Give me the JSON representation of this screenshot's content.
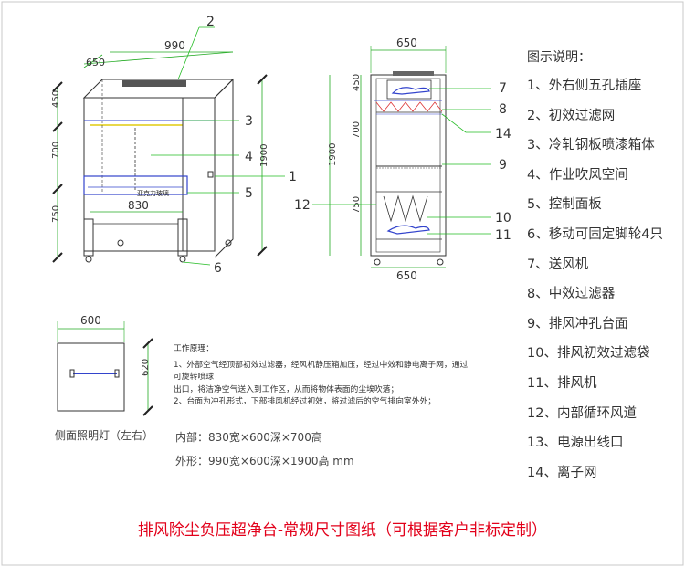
{
  "front_view": {
    "width_dim": "990",
    "depth_dim": "650",
    "inner_width_dim": "830",
    "height_dims": [
      "450",
      "700",
      "750"
    ],
    "total_height_dim": "1900",
    "panel_label": "亚克力玻璃",
    "callouts": [
      "1",
      "2",
      "3",
      "4",
      "5",
      "6"
    ]
  },
  "side_view": {
    "top_width_dim": "650",
    "bottom_width_dim": "650",
    "height_dims": [
      "450",
      "700",
      "750"
    ],
    "total_height_dim": "1900",
    "callouts": [
      "7",
      "8",
      "14",
      "9",
      "12",
      "10",
      "11"
    ]
  },
  "lamp_view": {
    "width_dim": "600",
    "height_dim": "620",
    "caption": "侧面照明灯（左右）"
  },
  "working_principle": {
    "heading": "工作原理：",
    "line1": "1、外部空气经顶部初效过滤器，经风机静压箱加压，经过中效和静电离子网，通过可旋转喷球",
    "line2": "出口，将洁净空气送入到工作区，从而将物体表面的尘埃吹落；",
    "line3": "2、台面为冲孔形式，下部排风机经过初效，将过滤后的空气排向室外外；"
  },
  "dimensions": {
    "inner": "内部：830宽×600深×700高",
    "outer": "外形：990宽×600深×1900高  mm"
  },
  "legend": {
    "title": "图示说明：",
    "items": [
      "1、外右侧五孔插座",
      "2、初效过滤网",
      "3、冷轧钢板喷漆箱体",
      "4、作业吹风空间",
      "5、控制面板",
      "6、移动可固定脚轮4只",
      "7、送风机",
      "8、中效过滤器",
      "9、排风冲孔台面",
      "10、排风初效过滤袋",
      "11、排风机",
      "12、内部循环风道",
      "13、电源出线口",
      "14、离子网"
    ]
  },
  "caption": "排风除尘负压超净台-常规尺寸图纸（可根据客户非标定制）",
  "colors": {
    "dimension_line": "#22aa22",
    "callout_line": "#22bb22",
    "outline": "#333333",
    "caption_red": "#e2001a",
    "accent_blue": "#3344cc",
    "accent_yellow": "#e8d84a"
  }
}
